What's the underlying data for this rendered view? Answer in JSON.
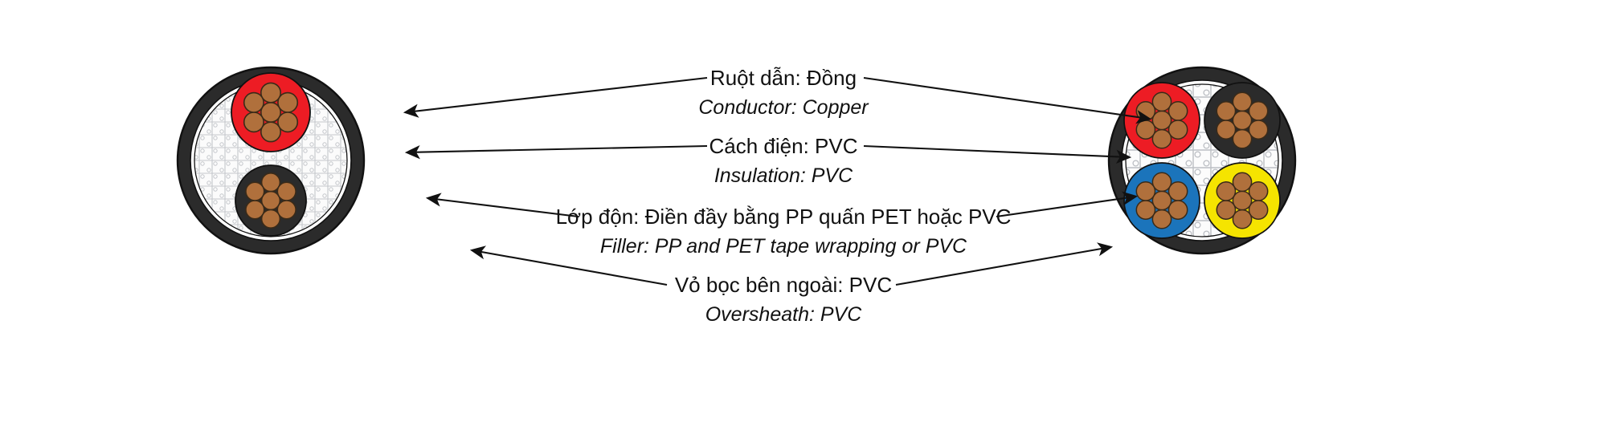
{
  "diagram": {
    "title": "Cable cross-section construction diagram",
    "background_color": "#ffffff",
    "labels": [
      {
        "id": "conductor",
        "vi": "Ruột dẫn: Đồng",
        "en": "Conductor: Copper"
      },
      {
        "id": "insulation",
        "vi": "Cách điện: PVC",
        "en": "Insulation: PVC"
      },
      {
        "id": "filler",
        "vi": "Lớp độn: Điền đầy bằng PP quấn PET hoặc PVC",
        "en": "Filler: PP and PET tape wrapping or PVC"
      },
      {
        "id": "oversheath",
        "vi": "Vỏ bọc bên ngoài: PVC",
        "en": "Oversheath: PVC"
      }
    ],
    "colors": {
      "sheath_black": "#2b2b2b",
      "sheath_outline": "#111111",
      "filler_white": "#f7f7f7",
      "filler_hatch": "#b9bcc0",
      "bedding_white": "#ffffff",
      "copper": "#b0703c",
      "copper_outline": "#3a2a18",
      "insulation_red": "#ed1c24",
      "insulation_black": "#2b2b2b",
      "insulation_blue": "#1b74bb",
      "insulation_yellow": "#f5e400",
      "text_black": "#111111"
    },
    "cables": [
      {
        "id": "left-cable",
        "name": "two-core-cable",
        "core_count": 2,
        "strands_per_core": 7,
        "cores": [
          {
            "color_name": "red",
            "color": "#ed1c24",
            "position": "top"
          },
          {
            "color_name": "black",
            "color": "#2b2b2b",
            "position": "bottom"
          }
        ]
      },
      {
        "id": "right-cable",
        "name": "four-core-cable",
        "core_count": 4,
        "strands_per_core": 7,
        "cores": [
          {
            "color_name": "red",
            "color": "#ed1c24",
            "position": "top-left"
          },
          {
            "color_name": "black",
            "color": "#2b2b2b",
            "position": "top-right"
          },
          {
            "color_name": "blue",
            "color": "#1b74bb",
            "position": "bottom-left"
          },
          {
            "color_name": "yellow",
            "color": "#f5e400",
            "position": "bottom-right"
          }
        ]
      }
    ]
  }
}
